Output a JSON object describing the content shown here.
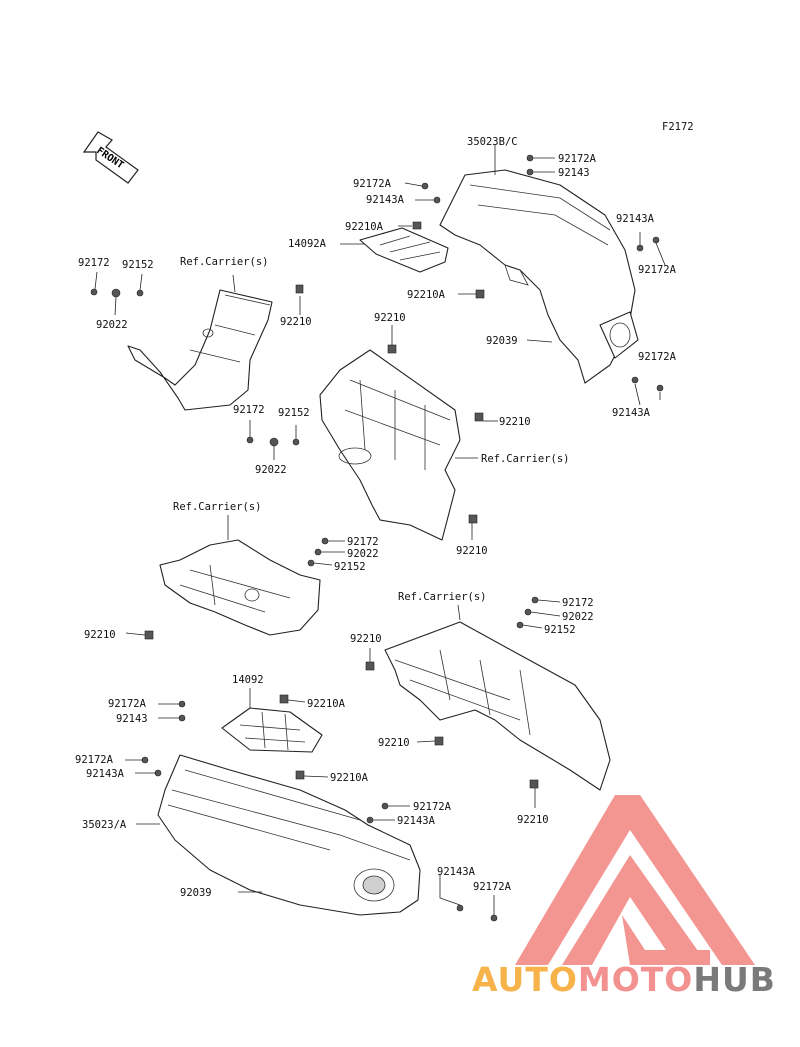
{
  "figure_code": "F2172",
  "front_arrow_text": "FRONT",
  "labels": [
    "35023B/C",
    "92172A",
    "92143",
    "92172A",
    "92143A",
    "92210A",
    "14092A",
    "92143A",
    "92172A",
    "92210A",
    "92039",
    "92172A",
    "92143A",
    "92172",
    "92152",
    "Ref.Carrier(s)",
    "92022",
    "92210",
    "92210",
    "92210",
    "92172",
    "92152",
    "92022",
    "Ref.Carrier(s)",
    "92210",
    "Ref.Carrier(s)",
    "92172",
    "92022",
    "92152",
    "92210",
    "Ref.Carrier(s)",
    "92172",
    "92022",
    "92152",
    "92210",
    "14092",
    "92172A",
    "92210A",
    "92143",
    "92210",
    "92172A",
    "92143A",
    "92210A",
    "92210",
    "35023/A",
    "92172A",
    "92143A",
    "92143A",
    "92039",
    "92172A"
  ],
  "watermark": {
    "auto": "AUTO",
    "moto": "MOTO",
    "hub": "HUB",
    "colors": {
      "logo": "#f28a84",
      "auto": "#f7b24a",
      "moto": "#f39190",
      "hub": "#7a7a7a"
    }
  }
}
